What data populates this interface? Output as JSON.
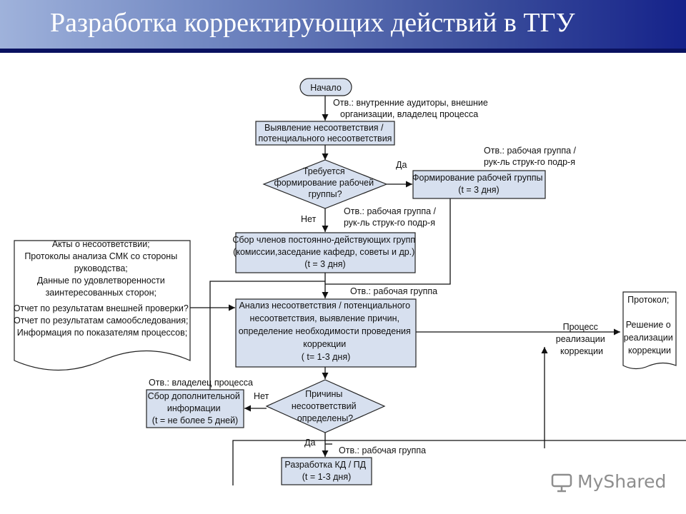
{
  "title": "Разработка корректирующих действий в ТГУ",
  "flow": {
    "start": "Начало",
    "resp_start": [
      "Отв.: внутренние аудиторы, внешние",
      "организации, владелец процесса"
    ],
    "identify": [
      "Выявление несоответствия /",
      "потенциального несоответствия"
    ],
    "decision1": [
      "Требуется",
      "формирование рабочей",
      "группы?"
    ],
    "yes1": "Да",
    "no1": "Нет",
    "resp_group_form": [
      "Отв.: рабочая группа /",
      "рук-ль струк-го подр-я"
    ],
    "form_group": [
      "Формирование рабочей группы",
      "(t = 3 дня)"
    ],
    "resp_collect": [
      "Отв.: рабочая группа /",
      "рук-ль струк-го подр-я"
    ],
    "collect": [
      "Сбор членов постоянно-действующих групп",
      "(комиссии,заседание кафедр, советы и др.)",
      "(t = 3 дня)"
    ],
    "inputs": [
      "Акты о несоответствии;",
      "Протоколы анализа СМК со стороны",
      "руководства;",
      "Данные по удовлетворенности",
      "заинтересованных сторон;",
      "Отчет по результатам внешней проверки?",
      "Отчет по результатам самообследования;",
      "Информация по показателям процессов;"
    ],
    "resp_analysis": "Отв.: рабочая группа",
    "analysis": [
      "Анализ несоответствия / потенциального",
      "несоответствия, выявление причин,",
      "определение необходимости проведения",
      "коррекции",
      "( t= 1-3 дня)"
    ],
    "process_correction": [
      "Процесс",
      "реализации",
      "коррекции"
    ],
    "protocol": [
      "Протокол;",
      "Решение о",
      "реализации",
      "коррекции"
    ],
    "resp_owner": "Отв.: владелец процесса",
    "extra_info": [
      "Сбор дополнительной",
      "информации",
      "(t = не более 5 дней)"
    ],
    "decision2": [
      "Причины",
      "несоответствий",
      "определены?"
    ],
    "no2": "Нет",
    "yes2": "Да",
    "resp_kd": "Отв.: рабочая группа",
    "kd": [
      "Разработка КД / ПД",
      "(t = 1-3 дня)"
    ]
  },
  "watermark": "MyShared",
  "colors": {
    "box_fill": "#d7e0ef",
    "header_dark": "#15228a",
    "header_light": "#9fb2db"
  }
}
